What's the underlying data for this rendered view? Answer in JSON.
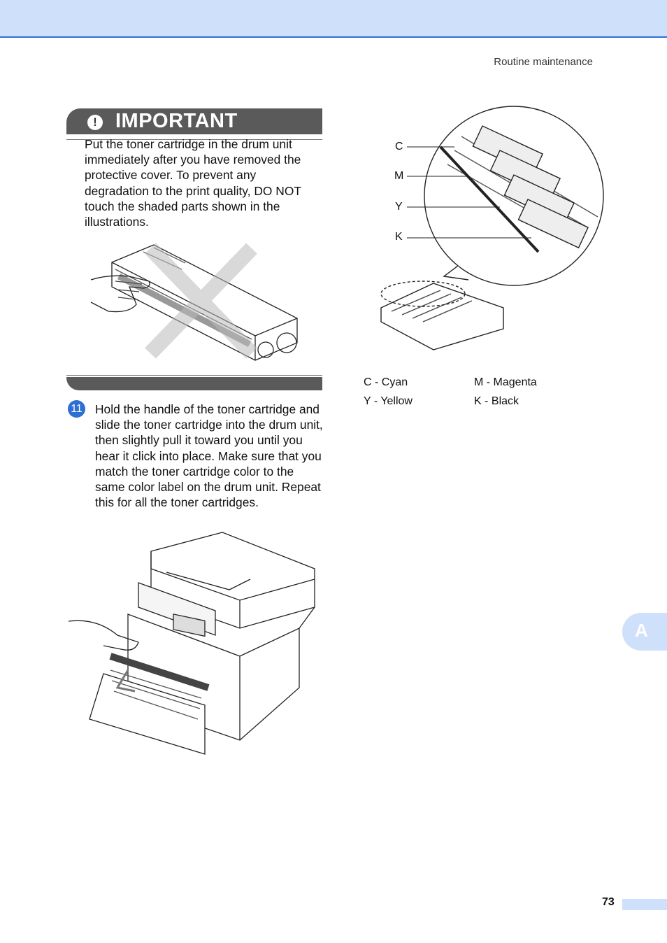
{
  "header": {
    "section": "Routine maintenance"
  },
  "important": {
    "icon": "!",
    "title": "IMPORTANT",
    "text": "Put the toner cartridge in the drum unit immediately after you have removed the protective cover. To prevent any degradation to the print quality, DO NOT touch the shaded parts shown in the illustrations."
  },
  "step": {
    "number": "11",
    "text": "Hold the handle of the toner cartridge and slide the toner cartridge into the drum unit, then slightly pull it toward you until you hear it click into place. Make sure that you match the toner cartridge color to the same color label on the drum unit. Repeat this for all the toner cartridges."
  },
  "callouts": {
    "c": "C",
    "m": "M",
    "y": "Y",
    "k": "K"
  },
  "legend": {
    "cyan": "C - Cyan",
    "magenta": "M - Magenta",
    "yellow": "Y - Yellow",
    "black": "K - Black"
  },
  "side_tab": "A",
  "page_number": "73"
}
